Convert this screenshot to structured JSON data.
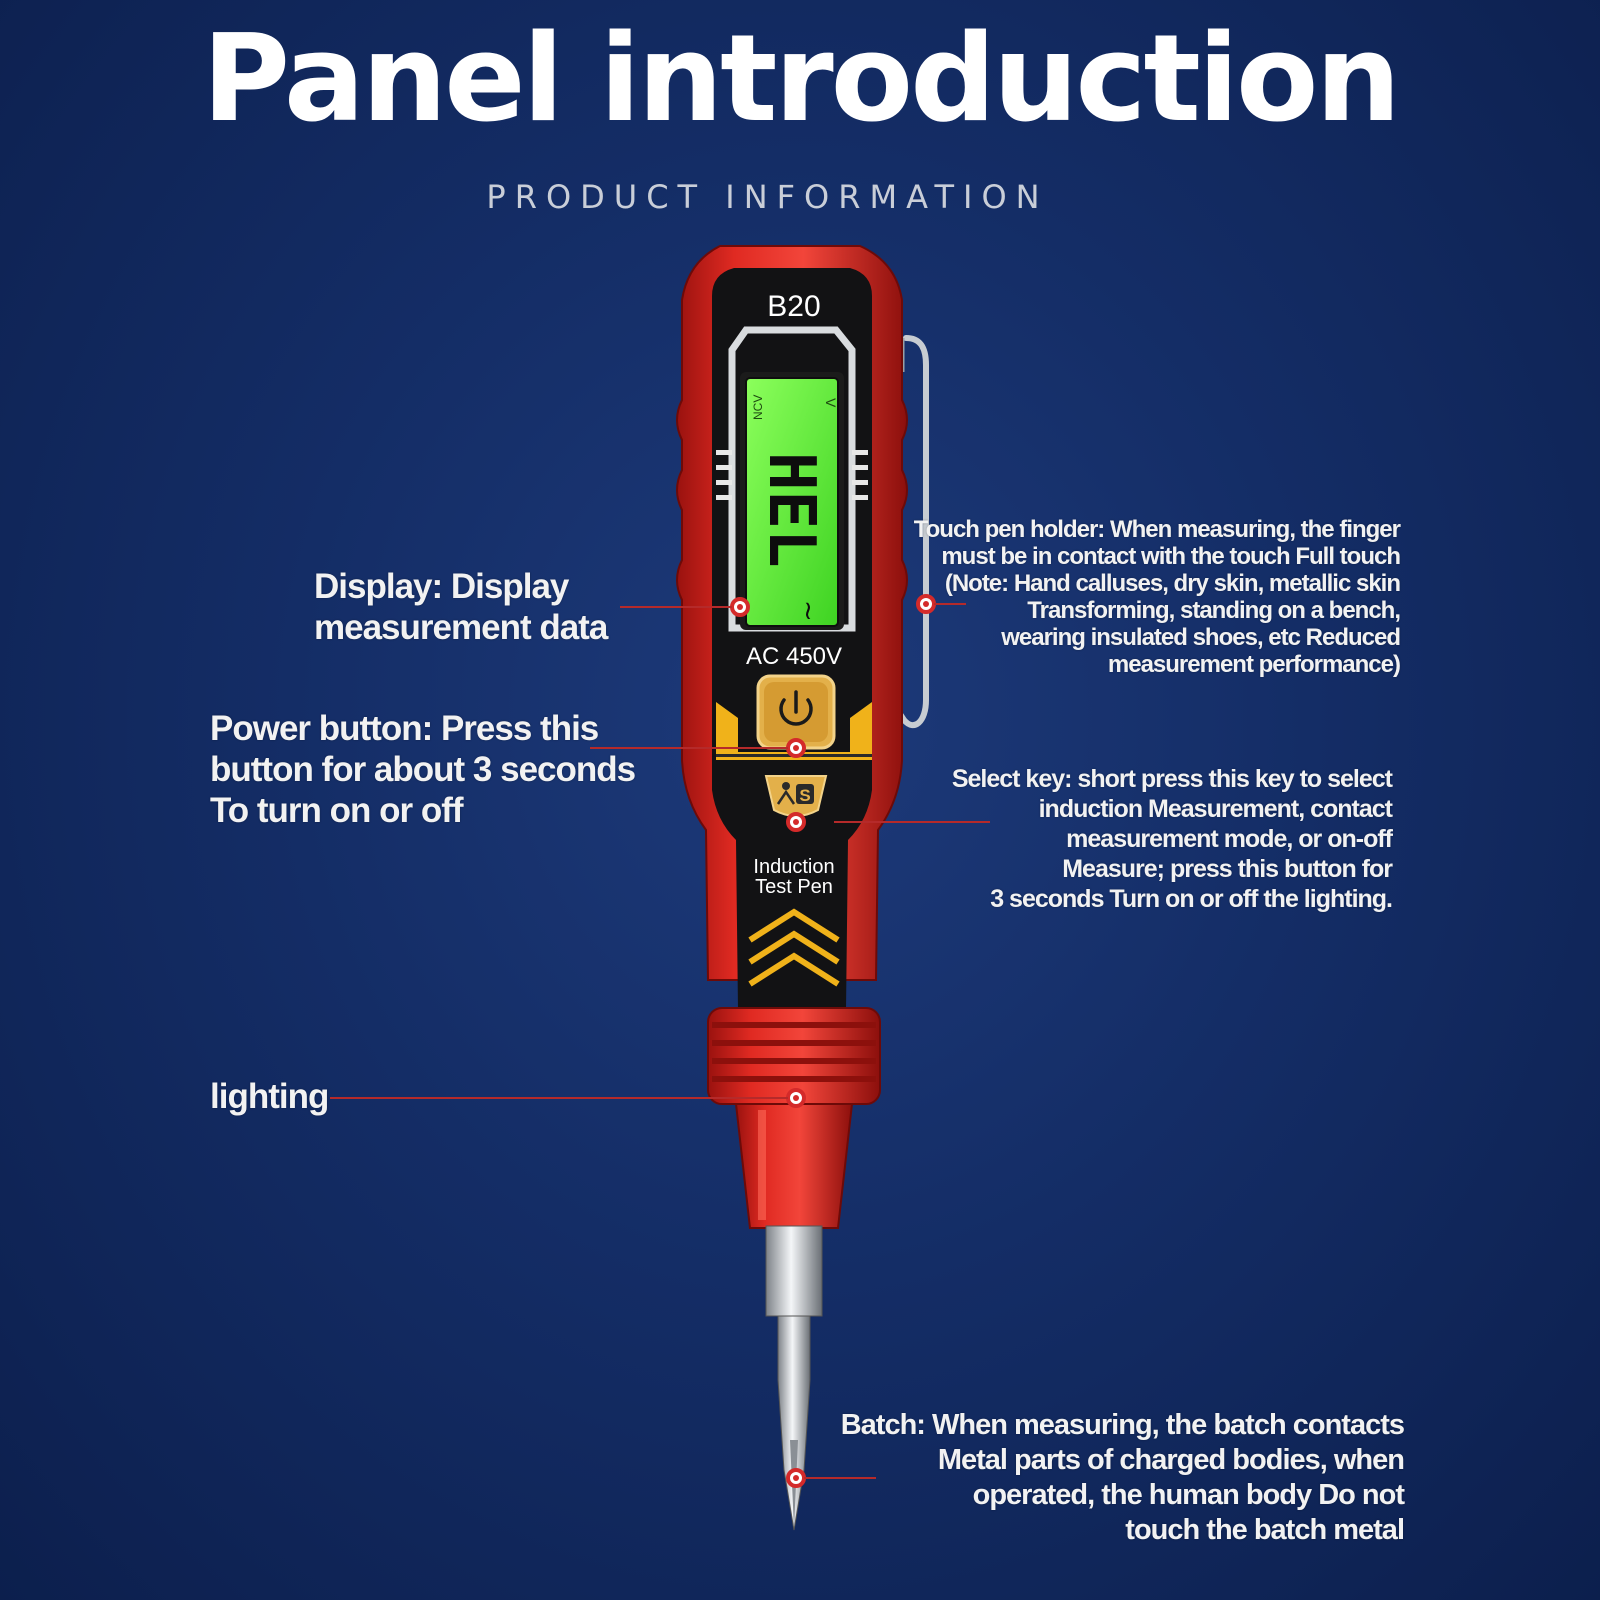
{
  "header": {
    "title": "Panel introduction",
    "subtitle": "PRODUCT INFORMATION"
  },
  "device": {
    "model": "B20",
    "lcd_mode": "NCV",
    "lcd_unit": "V",
    "lcd_reading": "HEL",
    "lcd_wave": "~",
    "rating": "AC 450V",
    "name_line1": "Induction",
    "name_line2": "Test Pen",
    "select_key_glyph": "S"
  },
  "callouts": {
    "display": [
      "Display: Display",
      "measurement data"
    ],
    "power": [
      "Power button: Press this",
      "button for about 3 seconds",
      "To turn on or off"
    ],
    "lighting": [
      "lighting"
    ],
    "touch": [
      "Touch pen holder: When measuring, the finger",
      "must be in contact with the touch Full touch",
      "(Note: Hand calluses, dry skin, metallic skin",
      "Transforming, standing on a bench,",
      "wearing insulated shoes, etc Reduced",
      "measurement performance)"
    ],
    "select": [
      "Select key: short press this key to select",
      "induction Measurement, contact",
      "measurement mode, or on-off",
      "Measure; press this button for",
      "3 seconds Turn on or off the lighting."
    ],
    "batch": [
      "Batch: When measuring, the batch contacts",
      "Metal parts of charged bodies, when",
      "operated, the human body Do not",
      "touch the batch metal"
    ]
  },
  "colors": {
    "background": "#142d66",
    "pen_red": "#d8211d",
    "lcd_green": "#5cf03a",
    "button_gold": "#e3b04a",
    "leader_line": "#b52a2a"
  },
  "icons": [
    "power-icon",
    "user-select-icon",
    "chevron-arrows-icon"
  ]
}
